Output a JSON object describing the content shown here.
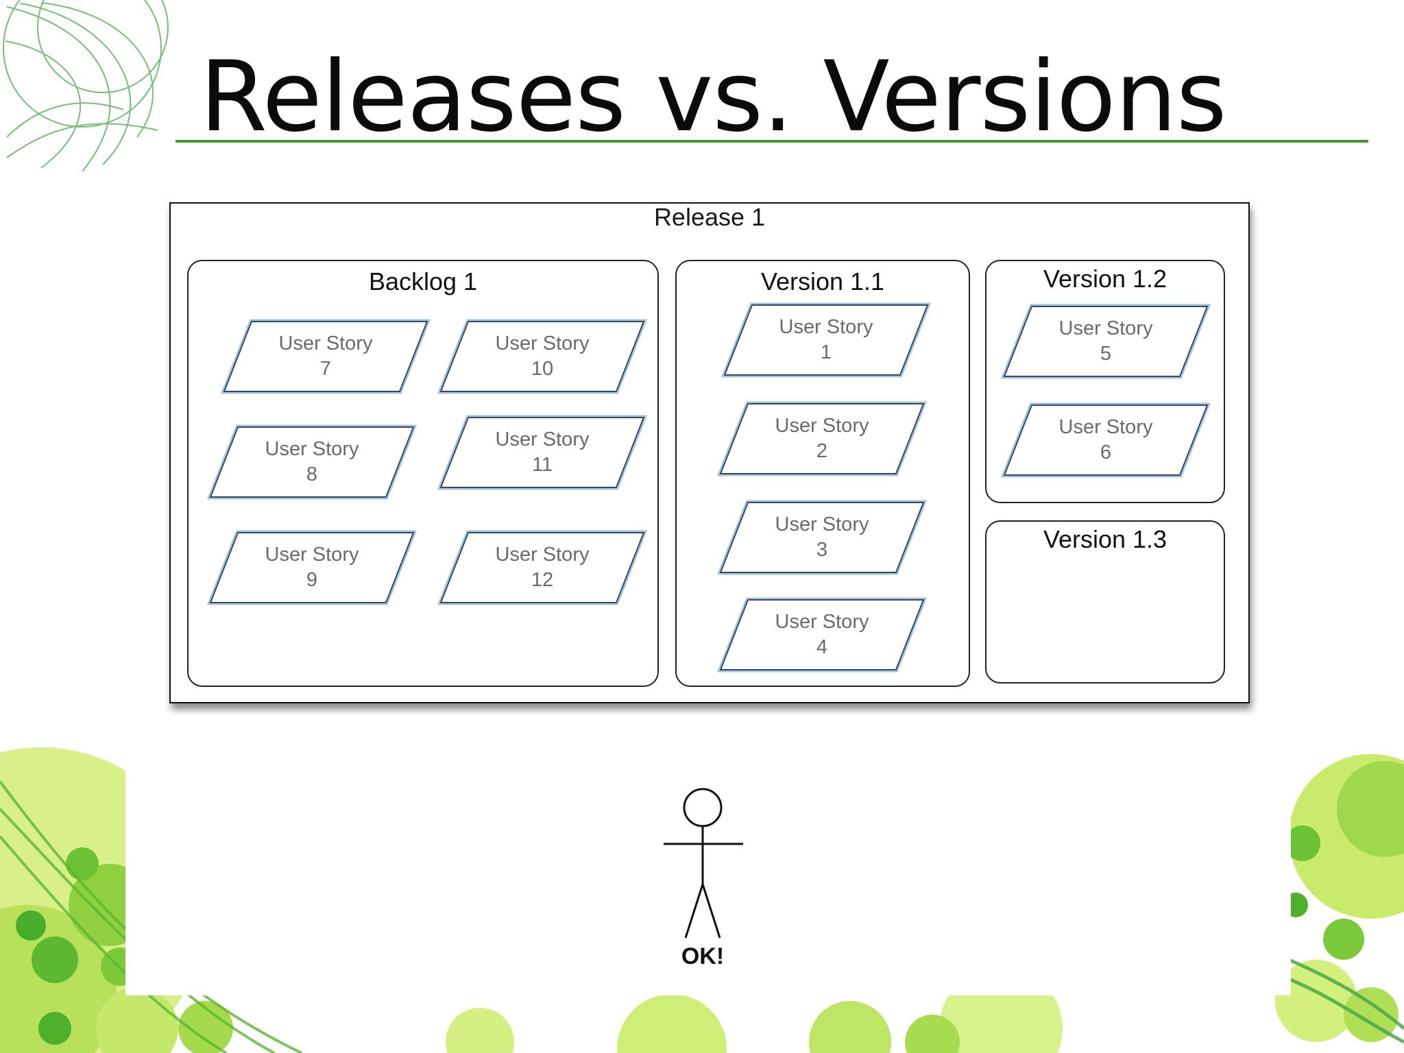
{
  "slide": {
    "title": "Releases vs. Versions"
  },
  "diagram": {
    "release": {
      "label": "Release 1"
    },
    "groups": [
      {
        "id": "backlog",
        "title": "Backlog 1",
        "stories": [
          {
            "label": "User Story",
            "number": "7"
          },
          {
            "label": "User Story",
            "number": "10"
          },
          {
            "label": "User Story",
            "number": "8"
          },
          {
            "label": "User Story",
            "number": "11"
          },
          {
            "label": "User Story",
            "number": "9"
          },
          {
            "label": "User Story",
            "number": "12"
          }
        ]
      },
      {
        "id": "v11",
        "title": "Version 1.1",
        "stories": [
          {
            "label": "User Story",
            "number": "1"
          },
          {
            "label": "User Story",
            "number": "2"
          },
          {
            "label": "User Story",
            "number": "3"
          },
          {
            "label": "User Story",
            "number": "4"
          }
        ]
      },
      {
        "id": "v12",
        "title": "Version 1.2",
        "stories": [
          {
            "label": "User Story",
            "number": "5"
          },
          {
            "label": "User Story",
            "number": "6"
          }
        ]
      },
      {
        "id": "v13",
        "title": "Version 1.3",
        "stories": []
      }
    ],
    "actor": {
      "caption": "OK!"
    }
  },
  "colors": {
    "title_rule": "#3f9a2c",
    "story_outline": "#2e4a66",
    "story_glow": "#a9c3dc",
    "decor_green_light": "#c9ea6a",
    "decor_green_dark": "#3aa832"
  }
}
